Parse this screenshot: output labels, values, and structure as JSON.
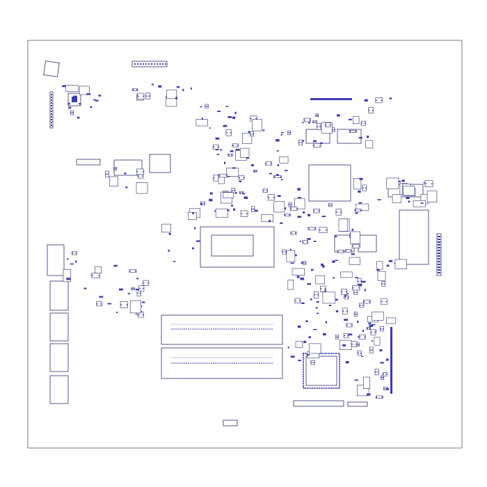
{
  "diagram": {
    "kind": "pcb-layout",
    "colors": {
      "background": "#ffffff",
      "board_lines": "#d9d9df",
      "board_edge": "#555a66",
      "outline": "#2b2e6e",
      "pad": "#3d3ab0"
    },
    "components": [
      {
        "id": "top-connector",
        "label": ""
      },
      {
        "id": "left-ic-top",
        "label": ""
      },
      {
        "id": "cpu-package",
        "label": ""
      },
      {
        "id": "bga-chip-top",
        "label": ""
      },
      {
        "id": "memory-slot-upper",
        "label": ""
      },
      {
        "id": "memory-slot-lower",
        "label": ""
      },
      {
        "id": "bottom-ic",
        "label": ""
      },
      {
        "id": "right-module",
        "label": ""
      },
      {
        "id": "left-usb-ports",
        "label": ""
      }
    ]
  }
}
